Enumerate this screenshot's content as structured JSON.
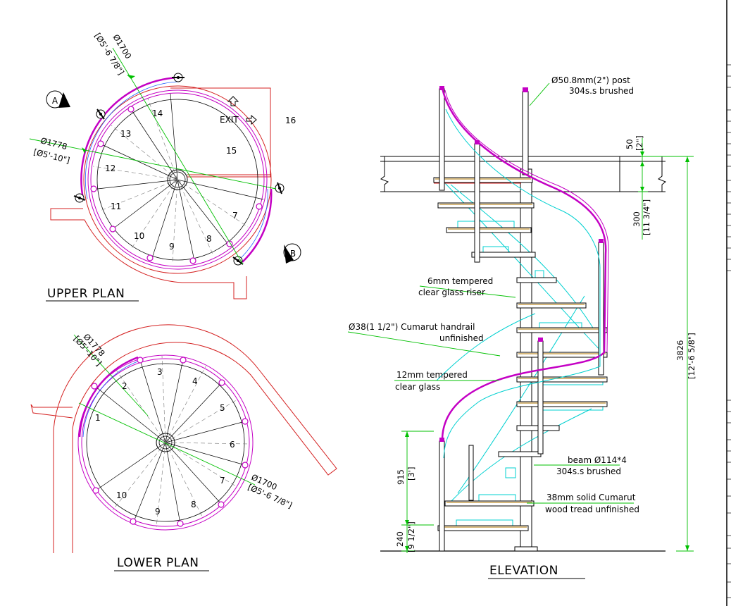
{
  "upper_plan": {
    "title": "UPPER PLAN",
    "marker_a": "A",
    "marker_b": "B",
    "exit_label": "EXIT",
    "landing_number": "15",
    "outside_number": "16",
    "step_numbers": [
      "7",
      "8",
      "9",
      "10",
      "11",
      "12",
      "13",
      "14"
    ],
    "dim_1700": "Ø1700",
    "dim_1700_imperial": "[Ø5'-6 7/8\"]",
    "dim_1778": "Ø1778",
    "dim_1778_imperial": "[Ø5'-10\"]"
  },
  "lower_plan": {
    "title": "LOWER PLAN",
    "step_numbers": [
      "1",
      "2",
      "3",
      "4",
      "5",
      "6",
      "7",
      "8",
      "9",
      "10"
    ],
    "dim_1778": "Ø1778",
    "dim_1778_imperial": "[Ø5'-10\"]",
    "dim_1700": "Ø1700",
    "dim_1700_imperial": "[Ø5'-6 7/8\"]"
  },
  "elevation": {
    "title": "ELEVATION",
    "callout_post_1": "Ø50.8mm(2\") post",
    "callout_post_2": "304s.s brushed",
    "callout_riser_1": "6mm tempered",
    "callout_riser_2": "clear glass riser",
    "callout_handrail_1": "Ø38(1 1/2\")  Cumarut  handrail",
    "callout_handrail_2": "unfinished",
    "callout_glass_1": "12mm tempered",
    "callout_glass_2": "clear glass",
    "callout_beam_1": "beam Ø114*4",
    "callout_beam_2": "304s.s brushed",
    "callout_tread_1": "38mm solid Cumarut",
    "callout_tread_2": "wood tread unfinished",
    "dim_50": "50",
    "dim_50_imperial": "[2\"]",
    "dim_300": "300",
    "dim_300_imperial": "[11 3/4\"]",
    "dim_3826": "3826",
    "dim_3826_imperial": "[12'-6 5/8\"]",
    "dim_915": "915",
    "dim_915_imperial": "[3']",
    "dim_240": "240",
    "dim_240_imperial": "[9 1/2\"]"
  },
  "colors": {
    "outline": "#d42020",
    "handrail": "#c400c4",
    "dimension": "#00c000",
    "glass": "#00d0d0",
    "tread": "#c8a050",
    "structure": "#000000"
  }
}
